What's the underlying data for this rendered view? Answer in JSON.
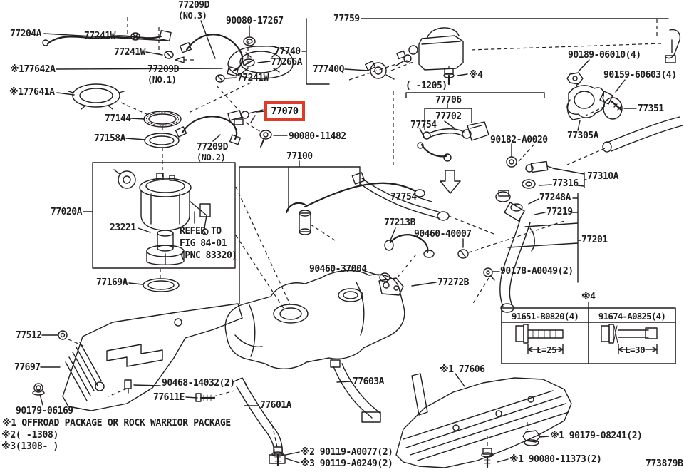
{
  "diagram": {
    "code": "773879B",
    "highlight_color": "#e03b28",
    "ink_color": "#231f20",
    "background": "#ffffff"
  },
  "labels": {
    "l77204a": "77204A",
    "l77241w_a": "77241W",
    "l77241w_b": "77241W",
    "l77241w_c": "77241W",
    "l77209d_no3": "77209D",
    "sub_no3": "(NO.3)",
    "l90080_17267": "90080-17267",
    "l77209d_no1": "77209D",
    "sub_no1": "(NO.1)",
    "l77642a": "※177642A",
    "l77641a": "※177641A",
    "l77144": "77144",
    "l77158a": "77158A",
    "l77209d_no2": "77209D",
    "sub_no2": "(NO.2)",
    "l77070": "77070",
    "l90080_11482": "90080-11482",
    "l77100": "77100",
    "l77759": "77759",
    "l77740": "77740",
    "l77266a": "77266A",
    "l77740q": "77740Q",
    "star4_top": "※4",
    "l1205": "(  -1205)",
    "l77706": "77706",
    "l77702": "77702",
    "l77754_a": "77754",
    "l77754_b": "77754",
    "l90182_a0020": "90182-A0020",
    "l90189_06010": "90189-06010(4)",
    "l90159_60603": "90159-60603(4)",
    "l77351": "77351",
    "l77305a": "77305A",
    "l77310a": "77310A",
    "l77316": "77316",
    "l77248a": "77248A",
    "l77219": "77219",
    "l77201": "77201",
    "l90178_a0049": "90178-A0049(2)",
    "l77272b": "77272B",
    "l77213b": "77213B",
    "l90460_40007": "90460-40007",
    "l90460_37004": "90460-37004",
    "l77020a": "77020A",
    "l23221": "23221",
    "refer_line1": "REFER TO",
    "refer_line2": "FIG 84-01",
    "refer_line3": "(PNC 83320)",
    "l77169a": "77169A",
    "l77512": "77512",
    "l77697": "77697",
    "l90179_06169": "90179-06169",
    "l90468_14032": "90468-14032(2)",
    "l77611e": "77611E",
    "l77601a": "77601A",
    "l77603a": "77603A",
    "l90119_a0077": "※2 90119-A0077(2)",
    "l90119_a0249": "※3 90119-A0249(2)",
    "l77606": "※1 77606",
    "l90179_08241": "※1 90179-08241(2)",
    "l90080_11373": "※1 90080-11373(2)"
  },
  "notes": {
    "note1": "※1 OFFROAD PACKAGE OR ROCK WARRIOR PACKAGE",
    "note2": "※2(  -1308)",
    "note3": "※3(1308-  )"
  },
  "bolt_table": {
    "title": "※4",
    "columns": [
      "91651-B0820(4)",
      "91674-A0825(4)"
    ],
    "lengths": [
      "L=25",
      "L=30"
    ]
  },
  "footer": {
    "diagram_code": "773879B"
  }
}
